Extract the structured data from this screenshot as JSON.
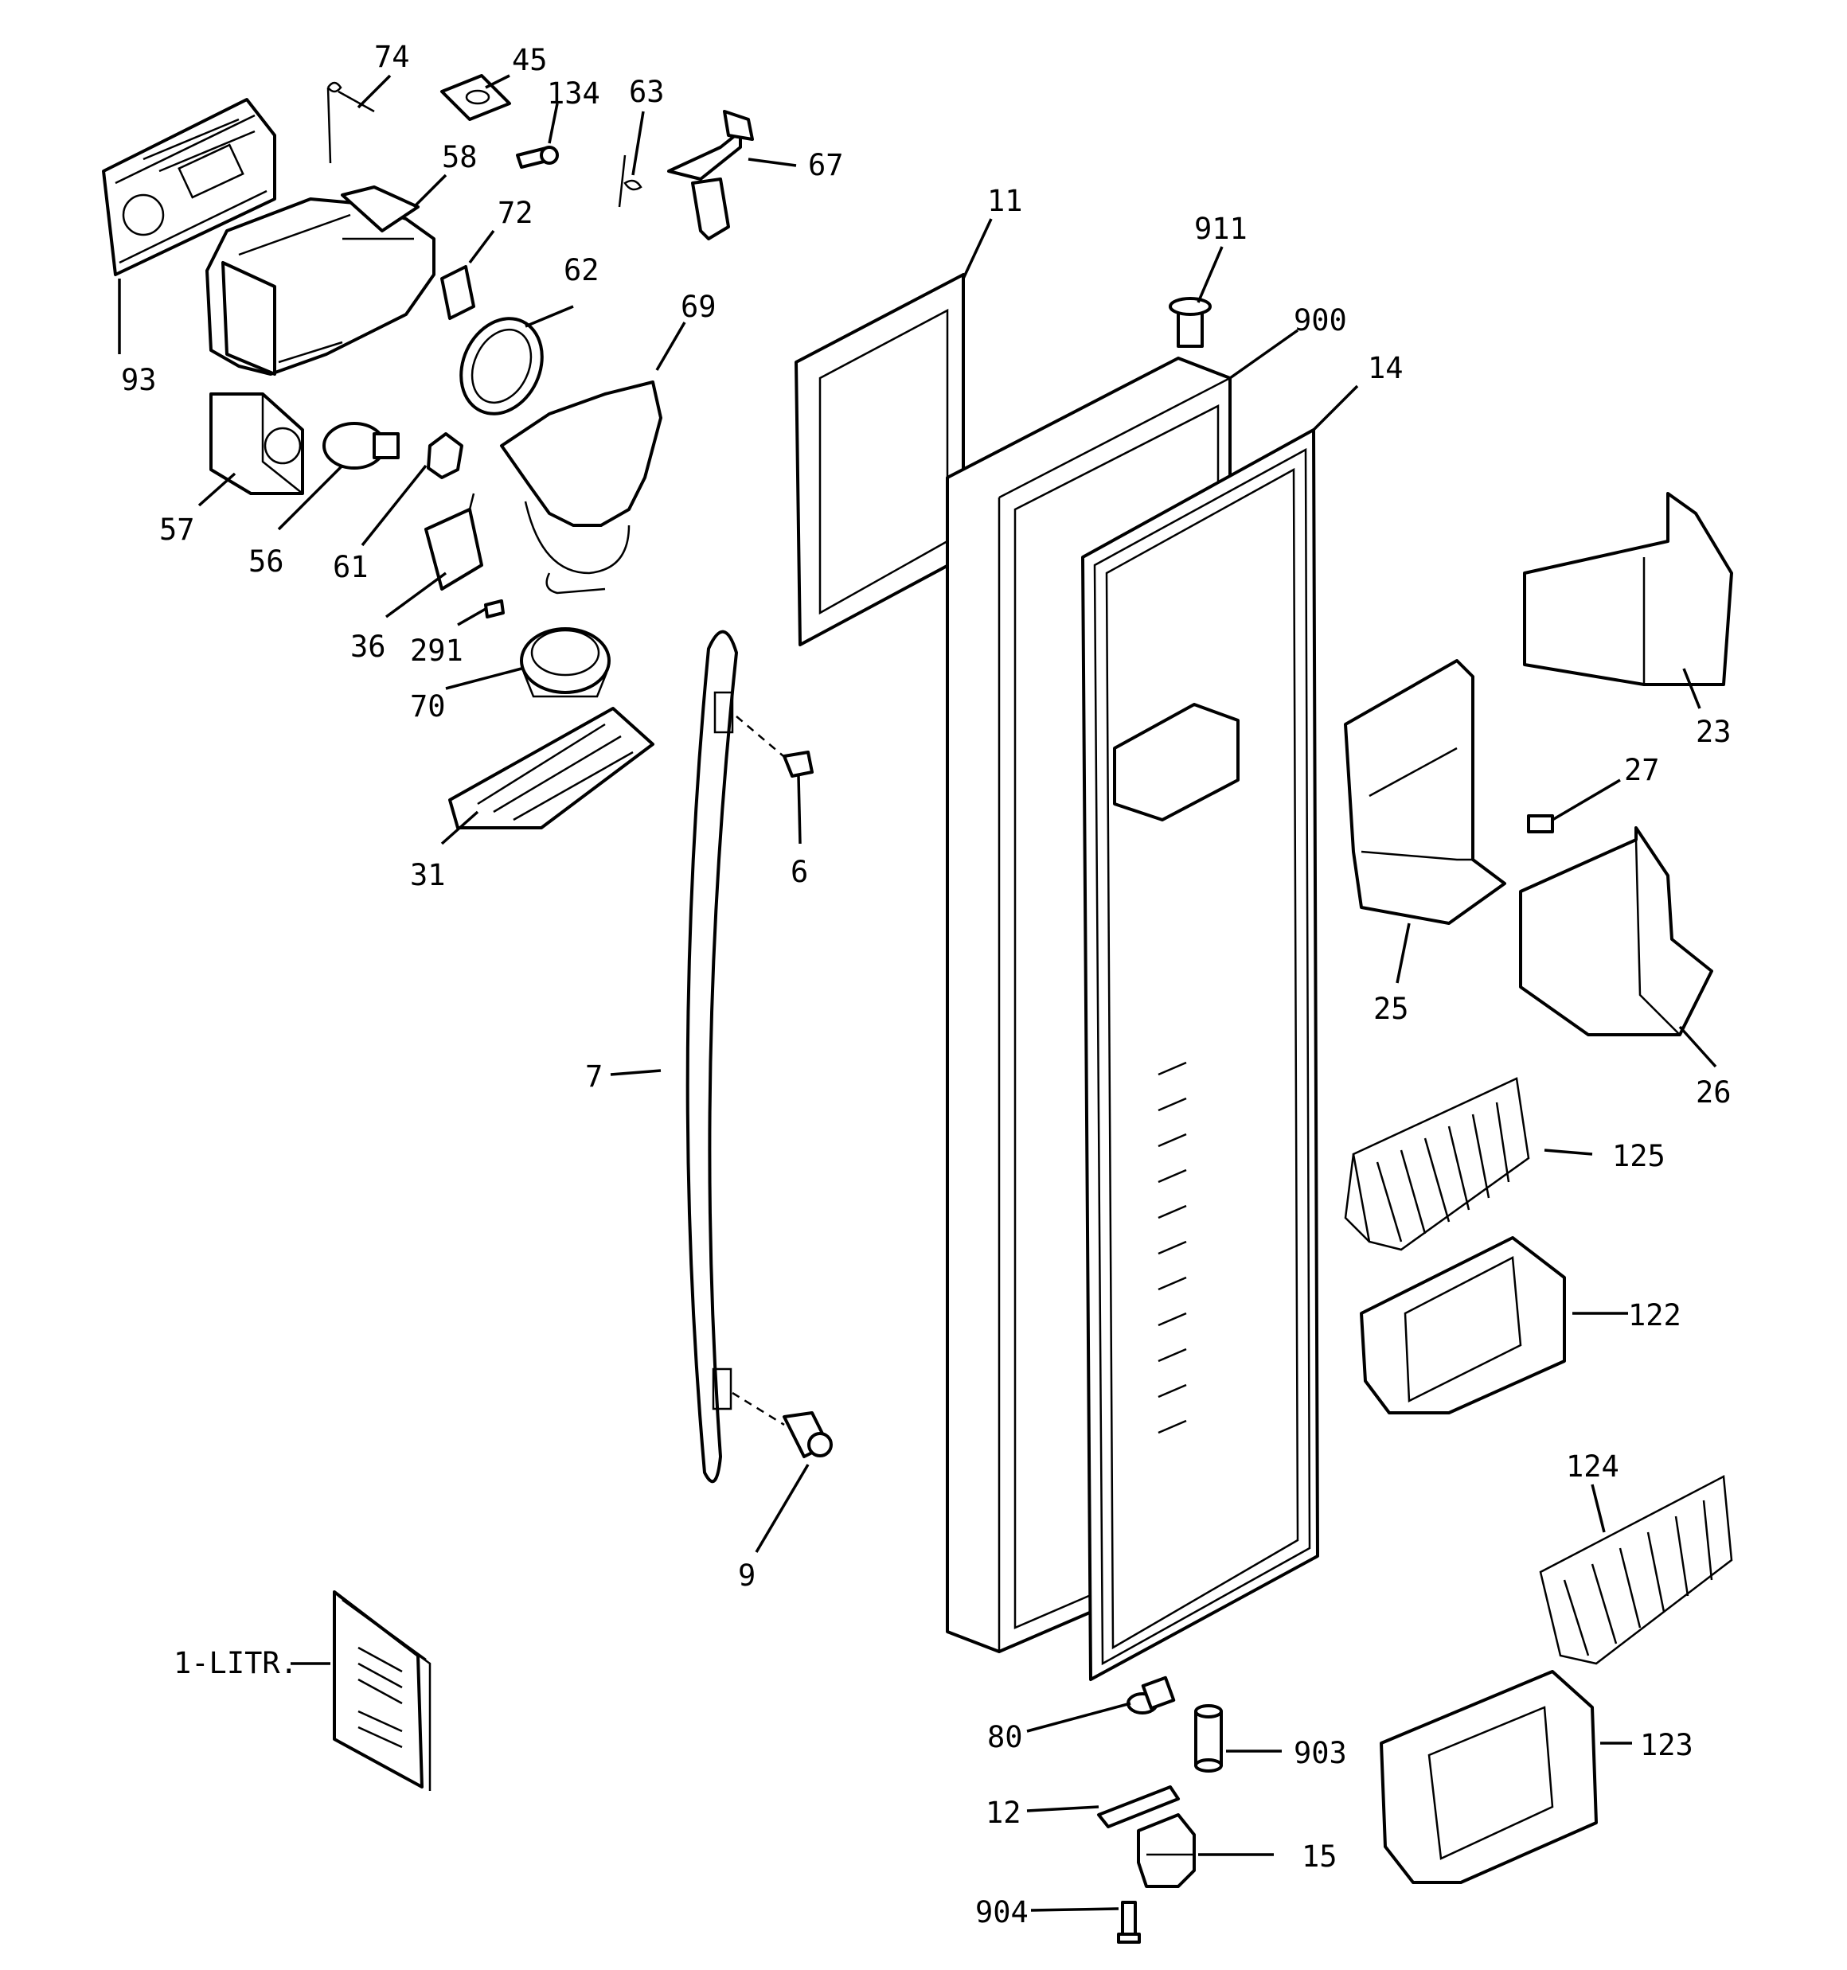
{
  "diagram": {
    "labels": {
      "l74": "74",
      "l45": "45",
      "l134": "134",
      "l63": "63",
      "l67": "67",
      "l58": "58",
      "l72": "72",
      "l93": "93",
      "l62": "62",
      "l69": "69",
      "l11": "11",
      "l911": "911",
      "l900": "900",
      "l14": "14",
      "l57": "57",
      "l56": "56",
      "l61": "61",
      "l36": "36",
      "l291": "291",
      "l70": "70",
      "l31": "31",
      "l6": "6",
      "l7": "7",
      "l9": "9",
      "l23": "23",
      "l27": "27",
      "l25": "25",
      "l26": "26",
      "l125": "125",
      "l122": "122",
      "l124": "124",
      "l123": "123",
      "l80": "80",
      "l903": "903",
      "l12": "12",
      "l15": "15",
      "l904": "904",
      "l1litr": "1-LITR."
    }
  }
}
